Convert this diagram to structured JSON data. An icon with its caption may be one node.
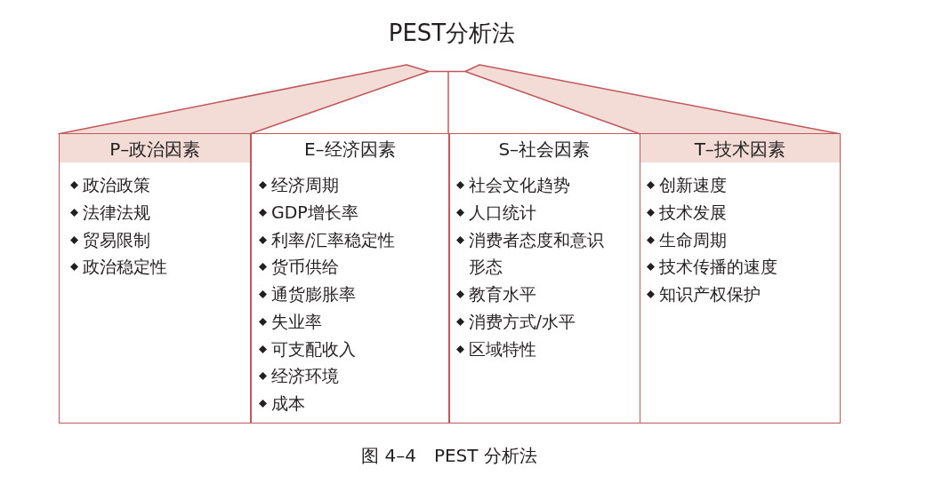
{
  "diagram": {
    "title": "PEST分析法",
    "caption": "图 4–4　PEST 分析法",
    "nodes": [
      {
        "text": [
          "P–政治因素",
          "政治政策",
          "法律法规",
          "贸易限制",
          "政治稳定性"
        ]
      },
      {
        "text": [
          "E–经济因素",
          "经济周期",
          "GDP增长率",
          "利率/汇率稳定性",
          "货币供给",
          "通货膨胀率",
          "失业率",
          "可支配收入",
          "经济环境",
          "成本"
        ]
      },
      {
        "text": [
          "S–社会因素",
          "社会文化趋势",
          "人口统计",
          "消费者态度和意识形态",
          "教育水平",
          "消费方式/水平",
          "区域特性"
        ]
      },
      {
        "text": [
          "T–技术因素",
          "创新速度",
          "技术发展",
          "生命周期",
          "技术传播的速度",
          "知识产权保护"
        ]
      }
    ]
  }
}
